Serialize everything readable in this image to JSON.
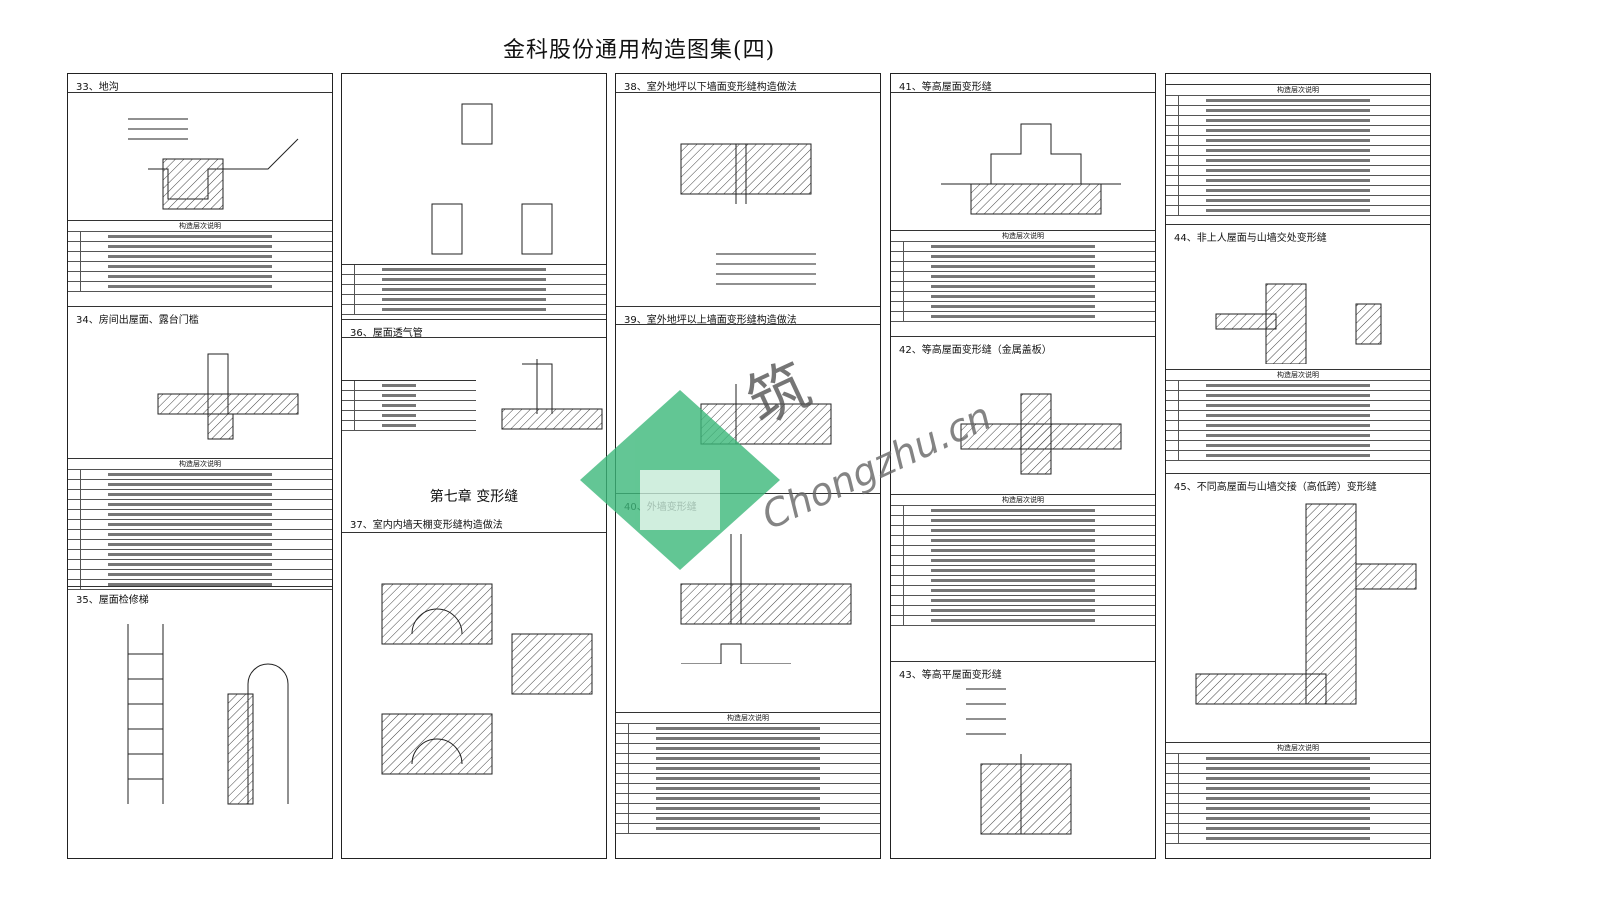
{
  "title": "金科股份通用构造图集(四)",
  "sections": {
    "s33": "33、地沟",
    "s34": "34、房间出屋面、露台门槛",
    "s35": "35、屋面检修梯",
    "s36": "36、屋面透气管",
    "chapter": "第七章  变形缝",
    "s37": "37、室内内墙天棚变形缝构造做法",
    "s38": "38、室外地坪以下墙面变形缝构造做法",
    "s39": "39、室外地坪以上墙面变形缝构造做法",
    "s40": "40、外墙变形缝",
    "s41": "41、等高屋面变形缝",
    "s42": "42、等高屋面变形缝（金属盖板）",
    "s43": "43、等高平屋面变形缝",
    "s44": "44、非上人屋面与山墙交处变形缝",
    "s45": "45、不同高屋面与山墙交接（高低跨）变形缝"
  },
  "table_caption": "构造层次说明",
  "watermark": {
    "cn": "筑",
    "url": "Chongzhu.cn",
    "color": "#3cb87a"
  }
}
